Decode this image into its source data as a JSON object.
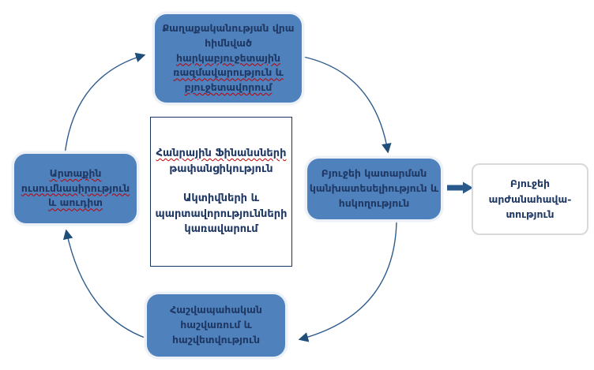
{
  "diagram": {
    "top_box": {
      "lines": [
        {
          "text": "Քաղաքականության վրա",
          "misspelled": false
        },
        {
          "text": "հիմնված",
          "misspelled": false
        },
        {
          "text": "հարկաբյուջետային",
          "misspelled": true
        },
        {
          "text": "ռազմավարություն և",
          "misspelled": true
        },
        {
          "text": "բյուջետավորում",
          "misspelled": true
        }
      ]
    },
    "right_box": {
      "lines": [
        {
          "text": "Բյուջեի կատարման",
          "misspelled": false
        },
        {
          "text": "կանխատեսելիություն և",
          "misspelled": false
        },
        {
          "text": "հսկողություն",
          "misspelled": false
        }
      ]
    },
    "bottom_box": {
      "lines": [
        {
          "text": "Հաշվապահական",
          "misspelled": false
        },
        {
          "text": "հաշվառում և",
          "misspelled": false
        },
        {
          "text": "հաշվետվություն",
          "misspelled": false
        }
      ]
    },
    "left_box": {
      "lines": [
        {
          "text": "Արտաքին",
          "misspelled": true
        },
        {
          "text": "ուսումնասիրություն",
          "misspelled": true
        },
        {
          "text": "և աուդիտ",
          "misspelled": true
        }
      ]
    },
    "center_box": {
      "para1_lines": [
        {
          "text": "Հանրային Ֆինանսների",
          "misspelled": true
        },
        {
          "text": "թափանցիկություն",
          "misspelled": false
        }
      ],
      "para2_lines": [
        {
          "text": "Ակտիվների և",
          "misspelled": false
        },
        {
          "text": "պարտավորությունների",
          "misspelled": false
        },
        {
          "text": "կառավարում",
          "misspelled": false
        }
      ]
    },
    "outcome_box": {
      "lines": [
        {
          "text": "Բյուջեի",
          "misspelled": false
        },
        {
          "text": "արժանահավա-",
          "misspelled": false
        },
        {
          "text": "տություն",
          "misspelled": false
        }
      ]
    }
  },
  "colors": {
    "box_blue": "#4f81bd",
    "box_text": "#1f3864",
    "arrow_line": "#2e5c8c",
    "arrowhead": "#1f4e79",
    "thick_arrow": "#2a5a8c",
    "center_border": "#17375e",
    "outcome_border": "#d9d9d9",
    "squiggle": "#c00000"
  }
}
